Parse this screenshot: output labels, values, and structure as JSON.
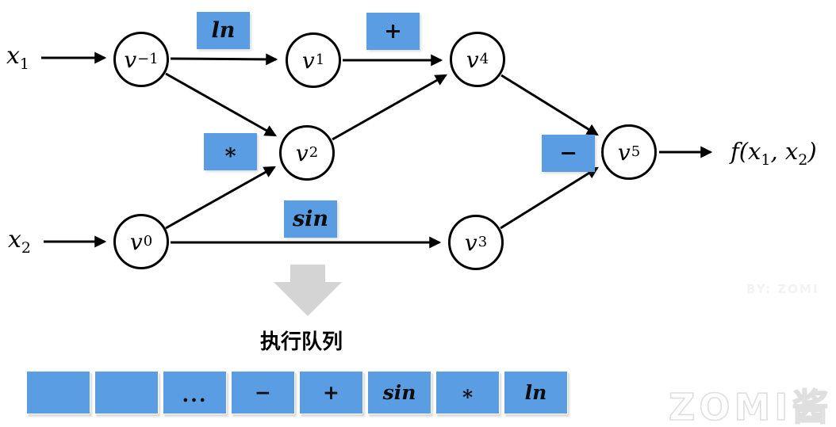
{
  "colors": {
    "op_box_blue": "#5B9DE2",
    "edge_black": "#000000",
    "flow_arrow_gray": "#D4D4D4",
    "watermark_gray": "#DFDFDF"
  },
  "graph": {
    "inputs": [
      {
        "base": "x",
        "sub": "1"
      },
      {
        "base": "x",
        "sub": "2"
      }
    ],
    "nodes": [
      {
        "id": "v-1",
        "base": "v",
        "sub": "−1"
      },
      {
        "id": "v1",
        "base": "v",
        "sub": "1"
      },
      {
        "id": "v4",
        "base": "v",
        "sub": "4"
      },
      {
        "id": "v2",
        "base": "v",
        "sub": "2"
      },
      {
        "id": "v5",
        "base": "v",
        "sub": "5"
      },
      {
        "id": "v0",
        "base": "v",
        "sub": "0"
      },
      {
        "id": "v3",
        "base": "v",
        "sub": "3"
      }
    ],
    "op_labels": [
      {
        "op": "ln"
      },
      {
        "op": "+"
      },
      {
        "op": "*"
      },
      {
        "op": "sin"
      },
      {
        "op": "−"
      }
    ],
    "edges": [
      {
        "from": "x1",
        "to": "v-1"
      },
      {
        "from": "x2",
        "to": "v0"
      },
      {
        "from": "v-1",
        "to": "v1",
        "op": "ln"
      },
      {
        "from": "v1",
        "to": "v4",
        "op": "+"
      },
      {
        "from": "v-1",
        "to": "v2"
      },
      {
        "from": "v0",
        "to": "v2",
        "op": "*"
      },
      {
        "from": "v2",
        "to": "v4"
      },
      {
        "from": "v0",
        "to": "v3",
        "op": "sin"
      },
      {
        "from": "v4",
        "to": "v5"
      },
      {
        "from": "v3",
        "to": "v5",
        "op": "−"
      },
      {
        "from": "v5",
        "to": "output"
      }
    ],
    "output": {
      "pre": "f(x",
      "sub1": "1",
      "mid": ", x",
      "sub2": "2",
      "post": ")"
    }
  },
  "queue": {
    "title": "执行队列",
    "cells": [
      "",
      "",
      "...",
      "−",
      "+",
      "sin",
      "*",
      "ln"
    ]
  },
  "watermarks": {
    "corner": "ZOMI酱",
    "byline": "BY: ZOMI"
  }
}
